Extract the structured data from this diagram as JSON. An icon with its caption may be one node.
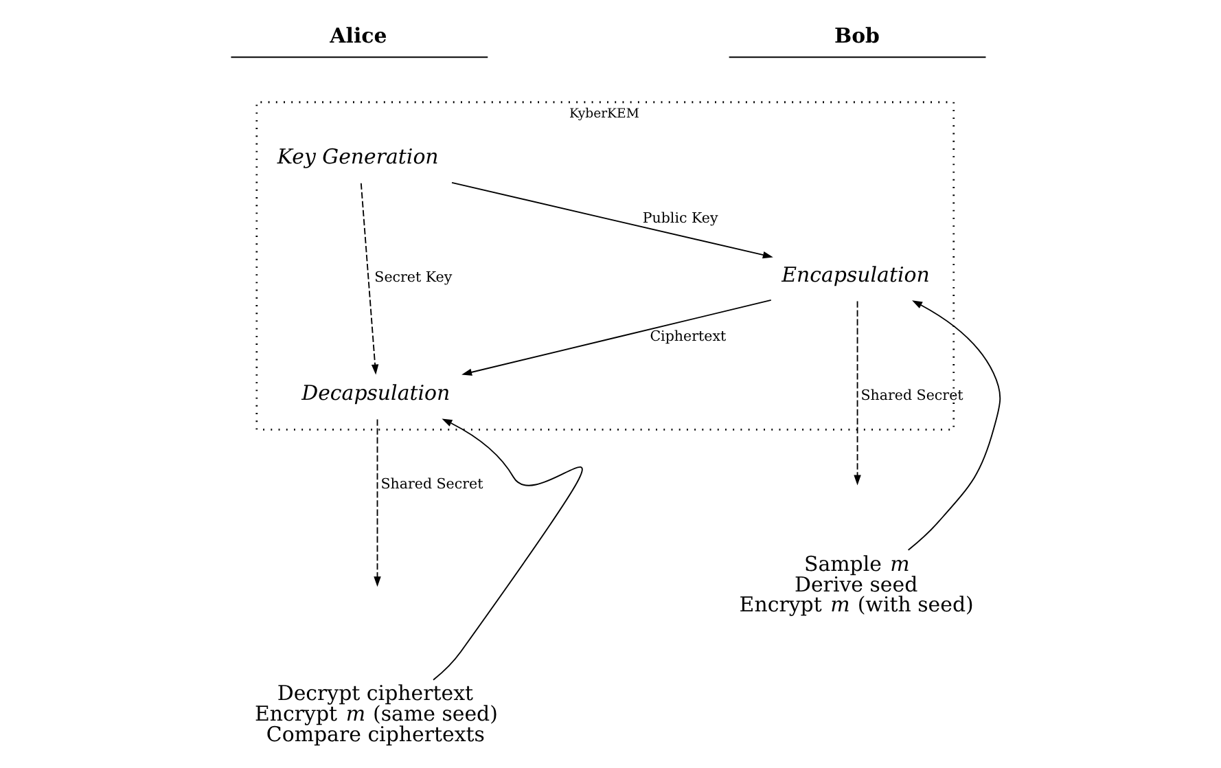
{
  "diagram": {
    "nodes": [
      {
        "text": [
          "KyberKEM"
        ]
      },
      {
        "text": [
          "Key Generation"
        ],
        "in": 0
      },
      {
        "text": [
          "Encapsulation"
        ],
        "in": 0
      },
      {
        "text": [
          "Decapsulation"
        ],
        "in": 0
      },
      {
        "text": [
          "Decrypt ciphertext",
          "Encrypt *m* (same seed)",
          "Compare ciphertexts"
        ]
      },
      {
        "text": [
          "Sample *m*",
          "Derive seed",
          "Encrypt *m* (with seed)"
        ]
      }
    ],
    "edges": [
      {
        "from": 1,
        "to": 2,
        "arrow": "to",
        "label": "Public Key"
      },
      {
        "from": 1,
        "to": 3,
        "arrow": "to",
        "label": "Secret Key",
        "style": "dashed"
      },
      {
        "from": 2,
        "to": 3,
        "arrow": "to",
        "label": "Ciphertext"
      },
      {
        "from": 3,
        "to": null,
        "arrow": "to",
        "label": "Shared Secret",
        "style": "dashed"
      },
      {
        "from": 2,
        "to": null,
        "arrow": "to",
        "label": "Shared Secret",
        "style": "dashed"
      },
      {
        "from": 4,
        "to": 3,
        "arrow": "to"
      },
      {
        "from": 5,
        "to": 2,
        "arrow": "to"
      }
    ],
    "labels": [
      "Alice",
      "Bob"
    ]
  }
}
